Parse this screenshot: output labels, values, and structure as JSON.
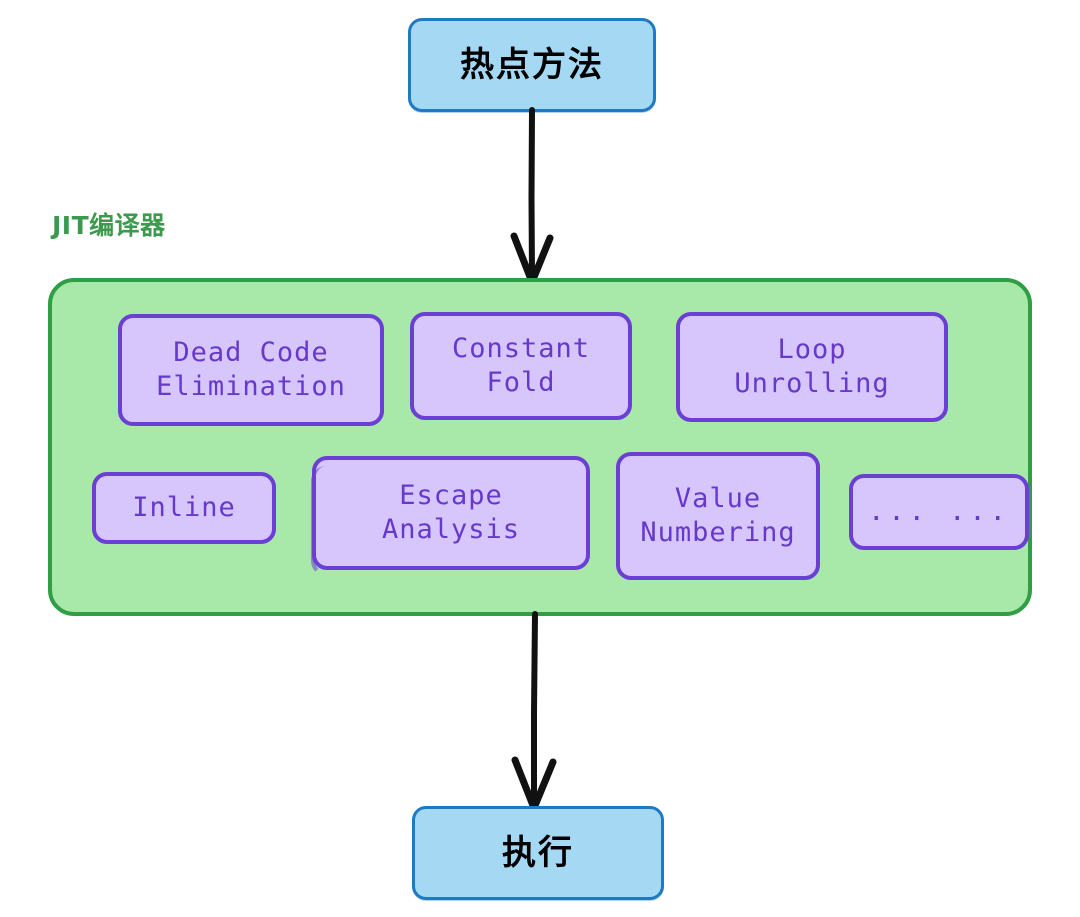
{
  "diagram": {
    "title_label": "JIT编译器",
    "nodes": {
      "hot_method": "热点方法",
      "execute": "执行"
    },
    "optimizations": {
      "row1": [
        {
          "name": "dead-code-elimination",
          "label": "Dead Code\nElimination"
        },
        {
          "name": "constant-fold",
          "label": "Constant\nFold"
        },
        {
          "name": "loop-unrolling",
          "label": "Loop\nUnrolling"
        }
      ],
      "row2": [
        {
          "name": "inline",
          "label": "Inline"
        },
        {
          "name": "escape-analysis",
          "label": "Escape\nAnalysis"
        },
        {
          "name": "value-numbering",
          "label": "Value\nNumbering"
        },
        {
          "name": "more-ellipsis",
          "label": "... ..."
        }
      ]
    },
    "edges": [
      {
        "name": "hot-method-to-jit",
        "from": "热点方法",
        "to": "JIT编译器"
      },
      {
        "name": "jit-to-execute",
        "from": "JIT编译器",
        "to": "执行"
      }
    ],
    "colors": {
      "blue_fill": "#A5D8F3",
      "blue_stroke": "#1F7AC4",
      "green_fill": "#A8E8A8",
      "green_stroke": "#2F9E44",
      "green_text": "#3C9A4E",
      "purple_fill": "#D7C6FB",
      "purple_stroke": "#6B3FD4",
      "purple_text": "#6639CC",
      "arrow": "#111111",
      "background": "#FFFFFF"
    }
  }
}
